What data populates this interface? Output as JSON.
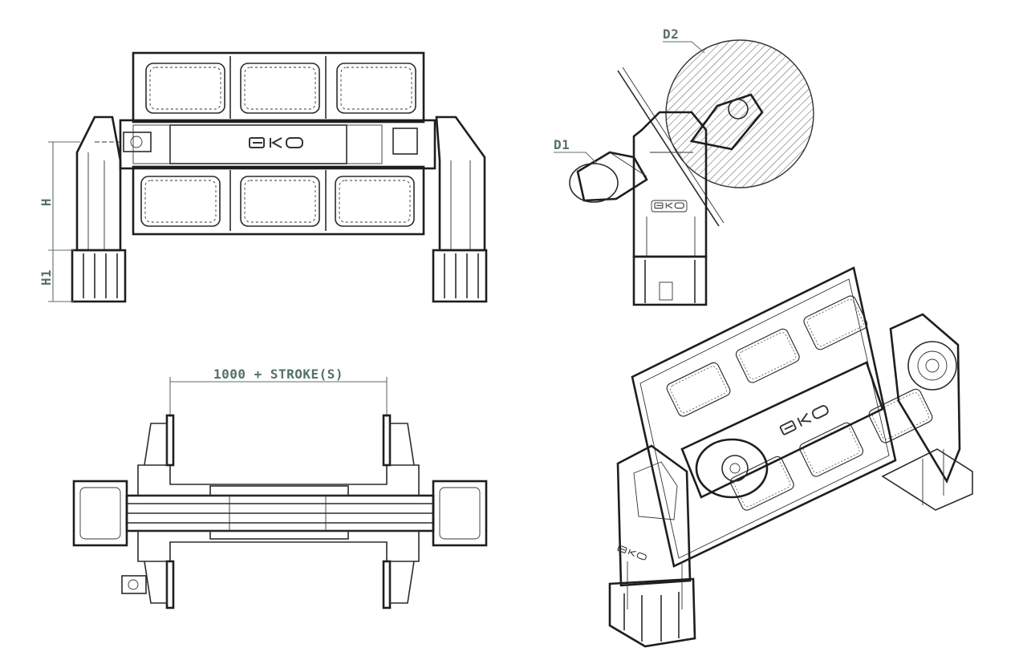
{
  "drawing": {
    "dimensions": {
      "height": "H",
      "base_height": "H1",
      "stroke": "1000 + STROKE(S)",
      "diameter_1": "D1",
      "diameter_2": "D2"
    },
    "brand_mark": "EKO"
  }
}
